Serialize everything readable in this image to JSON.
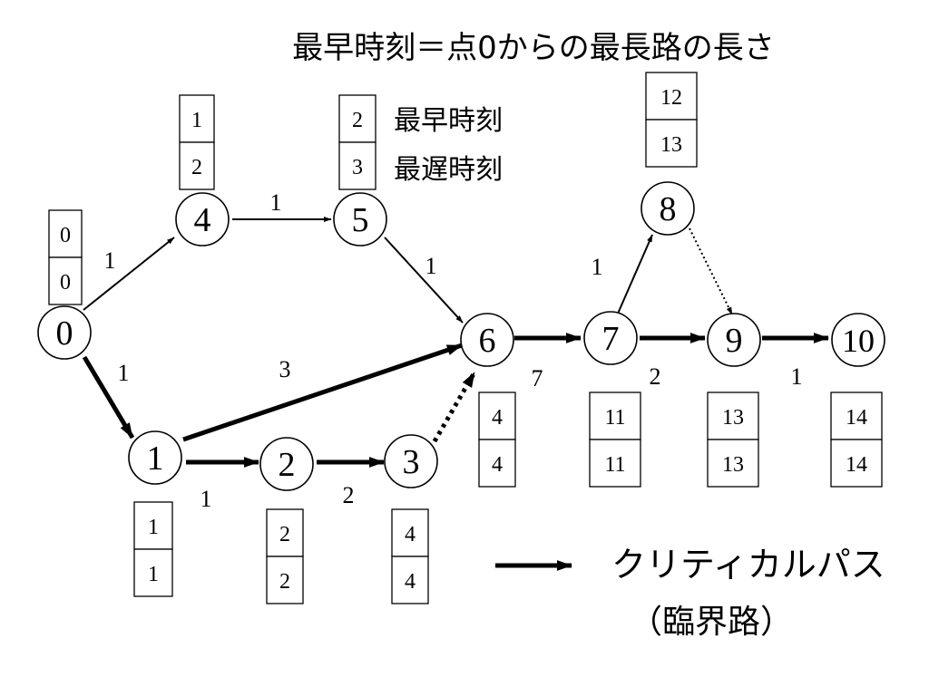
{
  "title": "最早時刻＝点0からの最長路の長さ",
  "legend": {
    "earliest_label": "最早時刻",
    "latest_label": "最遅時刻",
    "earliest_sample": "2",
    "latest_sample": "3",
    "critical_path_label": "クリティカルパス",
    "critical_path_sub": "（臨界路）"
  },
  "nodes": [
    {
      "id": "0",
      "label": "0",
      "earliest": "0",
      "latest": "0"
    },
    {
      "id": "1",
      "label": "1",
      "earliest": "1",
      "latest": "1"
    },
    {
      "id": "2",
      "label": "2",
      "earliest": "2",
      "latest": "2"
    },
    {
      "id": "3",
      "label": "3",
      "earliest": "4",
      "latest": "4"
    },
    {
      "id": "4",
      "label": "4",
      "earliest": "1",
      "latest": "2"
    },
    {
      "id": "5",
      "label": "5"
    },
    {
      "id": "6",
      "label": "6",
      "earliest": "4",
      "latest": "4"
    },
    {
      "id": "7",
      "label": "7",
      "earliest": "11",
      "latest": "11"
    },
    {
      "id": "8",
      "label": "8",
      "earliest": "12",
      "latest": "13"
    },
    {
      "id": "9",
      "label": "9",
      "earliest": "13",
      "latest": "13"
    },
    {
      "id": "10",
      "label": "10",
      "earliest": "14",
      "latest": "14"
    }
  ],
  "edges": [
    {
      "from": "0",
      "to": "4",
      "weight": "1",
      "style": "normal"
    },
    {
      "from": "4",
      "to": "5",
      "weight": "1",
      "style": "normal"
    },
    {
      "from": "5",
      "to": "6",
      "weight": "1",
      "style": "normal"
    },
    {
      "from": "0",
      "to": "1",
      "weight": "1",
      "style": "critical"
    },
    {
      "from": "1",
      "to": "6",
      "weight": "3",
      "style": "critical"
    },
    {
      "from": "1",
      "to": "2",
      "weight": "1",
      "style": "critical"
    },
    {
      "from": "2",
      "to": "3",
      "weight": "2",
      "style": "critical"
    },
    {
      "from": "3",
      "to": "6",
      "weight": "",
      "style": "dummy-critical"
    },
    {
      "from": "6",
      "to": "7",
      "weight": "7",
      "style": "critical"
    },
    {
      "from": "7",
      "to": "8",
      "weight": "1",
      "style": "normal"
    },
    {
      "from": "8",
      "to": "9",
      "weight": "",
      "style": "dummy"
    },
    {
      "from": "7",
      "to": "9",
      "weight": "2",
      "style": "critical"
    },
    {
      "from": "9",
      "to": "10",
      "weight": "1",
      "style": "critical"
    }
  ]
}
